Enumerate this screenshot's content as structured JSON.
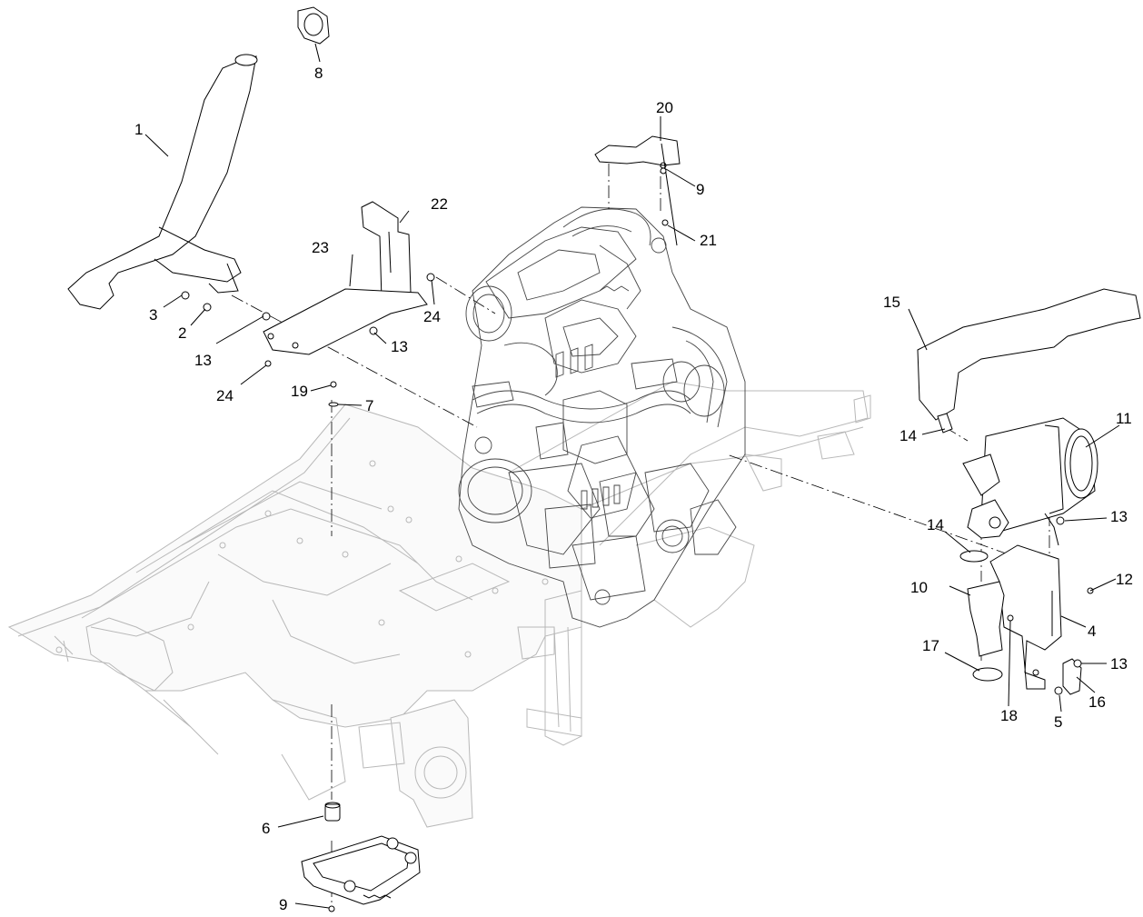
{
  "diagram": {
    "callouts": [
      {
        "id": "c1",
        "label": "1"
      },
      {
        "id": "c2",
        "label": "2"
      },
      {
        "id": "c3",
        "label": "3"
      },
      {
        "id": "c4",
        "label": "4"
      },
      {
        "id": "c5",
        "label": "5"
      },
      {
        "id": "c6",
        "label": "6"
      },
      {
        "id": "c7",
        "label": "7"
      },
      {
        "id": "c8",
        "label": "8"
      },
      {
        "id": "c9a",
        "label": "9"
      },
      {
        "id": "c9b",
        "label": "9"
      },
      {
        "id": "c10",
        "label": "10"
      },
      {
        "id": "c11",
        "label": "11"
      },
      {
        "id": "c12",
        "label": "12"
      },
      {
        "id": "c13a",
        "label": "13"
      },
      {
        "id": "c13b",
        "label": "13"
      },
      {
        "id": "c13c",
        "label": "13"
      },
      {
        "id": "c13d",
        "label": "13"
      },
      {
        "id": "c14a",
        "label": "14"
      },
      {
        "id": "c14b",
        "label": "14"
      },
      {
        "id": "c15",
        "label": "15"
      },
      {
        "id": "c16",
        "label": "16"
      },
      {
        "id": "c17",
        "label": "17"
      },
      {
        "id": "c18",
        "label": "18"
      },
      {
        "id": "c19",
        "label": "19"
      },
      {
        "id": "c20",
        "label": "20"
      },
      {
        "id": "c21",
        "label": "21"
      },
      {
        "id": "c22",
        "label": "22"
      },
      {
        "id": "c23",
        "label": "23"
      },
      {
        "id": "c24a",
        "label": "24"
      },
      {
        "id": "c24b",
        "label": "24"
      }
    ]
  }
}
